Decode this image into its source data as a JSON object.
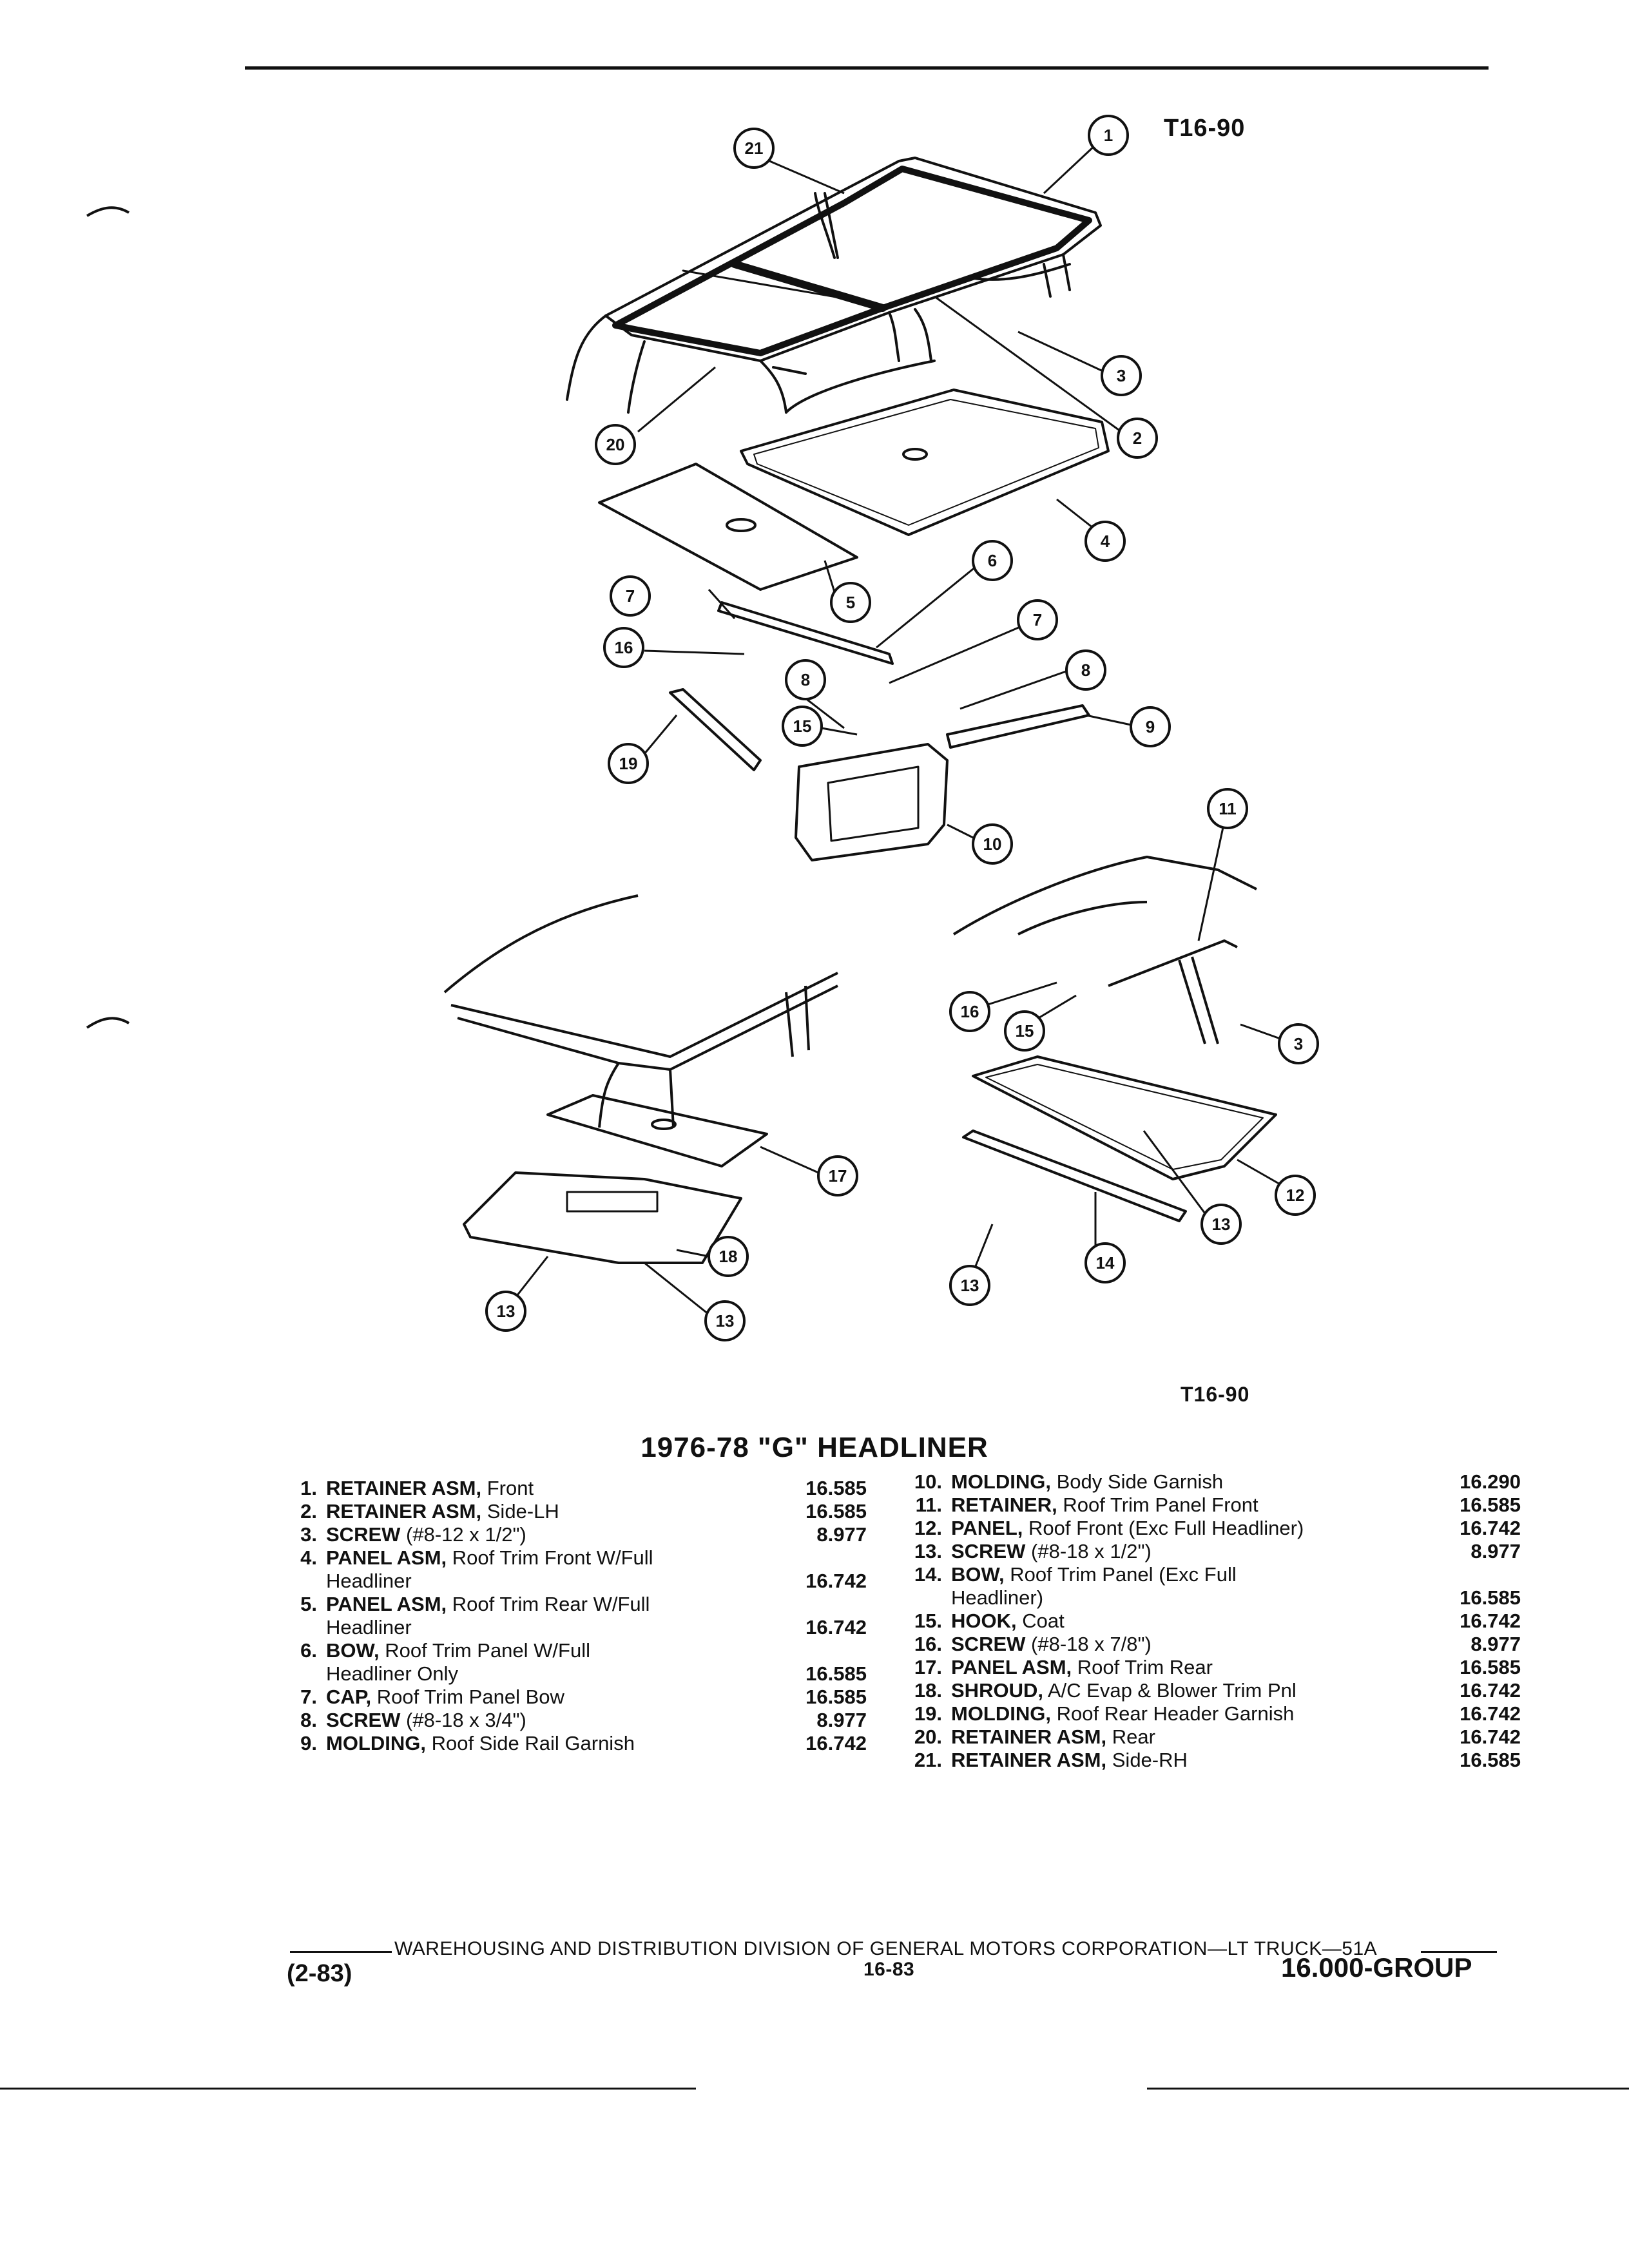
{
  "figure": {
    "label_top": "T16-90",
    "label_bottom": "T16-90",
    "callouts": [
      "1",
      "2",
      "3",
      "4",
      "5",
      "6",
      "7",
      "8",
      "9",
      "10",
      "11",
      "12",
      "13",
      "14",
      "15",
      "16",
      "17",
      "18",
      "19",
      "20",
      "21"
    ]
  },
  "section": {
    "title": "1976-78 \"G\" HEADLINER"
  },
  "parts_left": [
    {
      "num": "1.",
      "name": "RETAINER ASM,",
      "desc": "Front",
      "desc2": "",
      "code": "16.585"
    },
    {
      "num": "2.",
      "name": "RETAINER ASM,",
      "desc": "Side-LH",
      "desc2": "",
      "code": "16.585"
    },
    {
      "num": "3.",
      "name": "SCREW",
      "desc": "(#8-12 x 1/2\")",
      "desc2": "",
      "code": "8.977"
    },
    {
      "num": "4.",
      "name": "PANEL ASM,",
      "desc": "Roof Trim Front W/Full",
      "desc2": "Headliner",
      "code": "16.742"
    },
    {
      "num": "5.",
      "name": "PANEL ASM,",
      "desc": "Roof Trim Rear W/Full",
      "desc2": "Headliner",
      "code": "16.742"
    },
    {
      "num": "6.",
      "name": "BOW,",
      "desc": "Roof Trim Panel W/Full",
      "desc2": "Headliner Only",
      "code": "16.585"
    },
    {
      "num": "7.",
      "name": "CAP,",
      "desc": "Roof Trim Panel Bow",
      "desc2": "",
      "code": "16.585"
    },
    {
      "num": "8.",
      "name": "SCREW",
      "desc": "(#8-18 x 3/4\")",
      "desc2": "",
      "code": "8.977"
    },
    {
      "num": "9.",
      "name": "MOLDING,",
      "desc": "Roof Side Rail Garnish",
      "desc2": "",
      "code": "16.742"
    }
  ],
  "parts_right": [
    {
      "num": "10.",
      "name": "MOLDING,",
      "desc": "Body Side Garnish",
      "desc2": "",
      "code": "16.290"
    },
    {
      "num": "11.",
      "name": "RETAINER,",
      "desc": "Roof Trim Panel Front",
      "desc2": "",
      "code": "16.585"
    },
    {
      "num": "12.",
      "name": "PANEL,",
      "desc": "Roof Front (Exc Full Headliner)",
      "desc2": "",
      "code": "16.742"
    },
    {
      "num": "13.",
      "name": "SCREW",
      "desc": "(#8-18 x 1/2\")",
      "desc2": "",
      "code": "8.977"
    },
    {
      "num": "14.",
      "name": "BOW,",
      "desc": "Roof Trim Panel (Exc Full",
      "desc2": "Headliner)",
      "code": "16.585"
    },
    {
      "num": "15.",
      "name": "HOOK,",
      "desc": "Coat",
      "desc2": "",
      "code": "16.742"
    },
    {
      "num": "16.",
      "name": "SCREW",
      "desc": "(#8-18 x 7/8\")",
      "desc2": "",
      "code": "8.977"
    },
    {
      "num": "17.",
      "name": "PANEL ASM,",
      "desc": "Roof Trim Rear",
      "desc2": "",
      "code": "16.585"
    },
    {
      "num": "18.",
      "name": "SHROUD,",
      "desc": "A/C Evap & Blower Trim Pnl",
      "desc2": "",
      "code": "16.742"
    },
    {
      "num": "19.",
      "name": "MOLDING,",
      "desc": "Roof Rear Header Garnish",
      "desc2": "",
      "code": "16.742"
    },
    {
      "num": "20.",
      "name": "RETAINER ASM,",
      "desc": "Rear",
      "desc2": "",
      "code": "16.742"
    },
    {
      "num": "21.",
      "name": "RETAINER ASM,",
      "desc": "Side-RH",
      "desc2": "",
      "code": "16.585"
    }
  ],
  "footer": {
    "distribution": "WAREHOUSING AND DISTRIBUTION DIVISION OF GENERAL MOTORS CORPORATION—LT TRUCK—51A",
    "date_code": "(2-83)",
    "page_number": "16-83",
    "group": "16.000-GROUP"
  }
}
